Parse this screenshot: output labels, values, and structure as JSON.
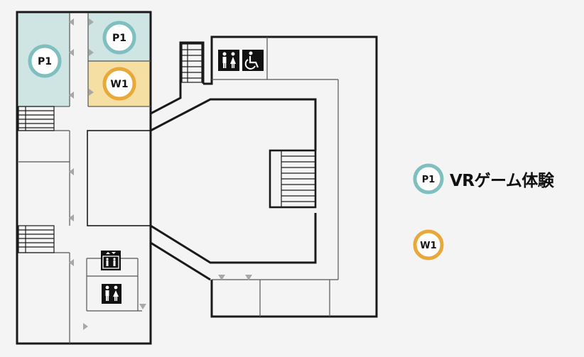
{
  "markers": {
    "p1_label": "P1",
    "w1_label": "W1"
  },
  "legend": {
    "p1": {
      "code": "P1",
      "label": "VRゲーム体験"
    },
    "w1": {
      "code": "W1",
      "label": ""
    }
  },
  "icons": {
    "restroom": "restroom-icon",
    "accessible": "wheelchair-icon",
    "elevator": "elevator-icon",
    "door_arrow": "door-arrow-icon"
  },
  "colors": {
    "p1_ring": "#7fbfbf",
    "w1_ring": "#e8a93a",
    "p1_zone_fill": "#cfe5e4",
    "w1_zone_fill": "#f6dfa2",
    "wall": "#1a1a1a",
    "background": "#f4f4f4",
    "arrow": "#a8a8a8"
  }
}
